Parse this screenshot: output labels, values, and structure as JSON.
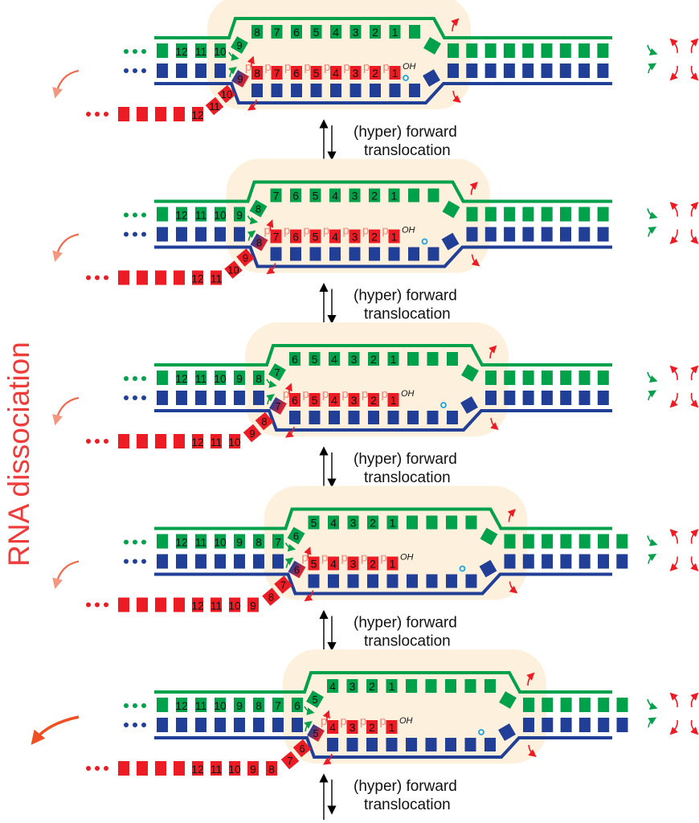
{
  "side_label": "RNA dissociation",
  "step_label": {
    "line1": "(hyper) forward",
    "line2": "translocation"
  },
  "phosphate_label": "p",
  "hydroxyl_label": "OH",
  "colors": {
    "template_green": "#00a14b",
    "nontemplate_blue": "#223f98",
    "rna_red": "#ed1c24",
    "phosphate_salmon": "#f4877a",
    "bubble": "#fdf0dc",
    "dissociation_arrow": "#f26a4f",
    "dissociation_arrow_strong": "#f04e23",
    "active_site": "#1ba6e0"
  },
  "panels": [
    {
      "upstream_labels": [
        "12",
        "11",
        "10"
      ],
      "flip_label": "9",
      "template_labels": [
        "8",
        "7",
        "6",
        "5",
        "4",
        "3",
        "2",
        "1"
      ],
      "exit_tilted": [
        "10",
        "11"
      ],
      "exit_row_labels": [
        "12"
      ]
    },
    {
      "upstream_labels": [
        "12",
        "11",
        "10",
        "9"
      ],
      "flip_label": "8",
      "template_labels": [
        "7",
        "6",
        "5",
        "4",
        "3",
        "2",
        "1"
      ],
      "exit_tilted": [
        "9",
        "10"
      ],
      "exit_row_labels": [
        "12",
        "11"
      ]
    },
    {
      "upstream_labels": [
        "12",
        "11",
        "10",
        "9",
        "8"
      ],
      "flip_label": "7",
      "template_labels": [
        "6",
        "5",
        "4",
        "3",
        "2",
        "1"
      ],
      "exit_tilted": [
        "8",
        "9"
      ],
      "exit_row_labels": [
        "12",
        "11",
        "10"
      ]
    },
    {
      "upstream_labels": [
        "12",
        "11",
        "10",
        "9",
        "8",
        "7"
      ],
      "flip_label": "6",
      "template_labels": [
        "5",
        "4",
        "3",
        "2",
        "1"
      ],
      "exit_tilted": [
        "7",
        "8"
      ],
      "exit_row_labels": [
        "12",
        "11",
        "10",
        "9"
      ]
    },
    {
      "upstream_labels": [
        "12",
        "11",
        "10",
        "9",
        "8",
        "7",
        "6"
      ],
      "flip_label": "5",
      "template_labels": [
        "4",
        "3",
        "2",
        "1"
      ],
      "exit_tilted": [
        "6",
        "7"
      ],
      "exit_row_labels": [
        "12",
        "11",
        "10",
        "9",
        "8"
      ]
    }
  ]
}
